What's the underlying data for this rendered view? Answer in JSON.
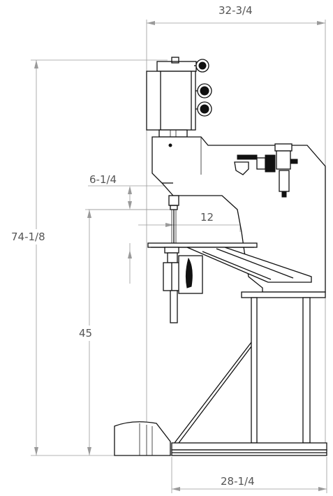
{
  "dimensions": {
    "overall_width": "32-3/4",
    "overall_height": "74-1/8",
    "head_offset": "6-1/4",
    "throat_depth": "12",
    "table_height": "45",
    "base_width": "28-1/4"
  },
  "colors": {
    "line": "#111111",
    "dimension": "#9a9a9a",
    "label": "#555555",
    "background": "#ffffff"
  }
}
